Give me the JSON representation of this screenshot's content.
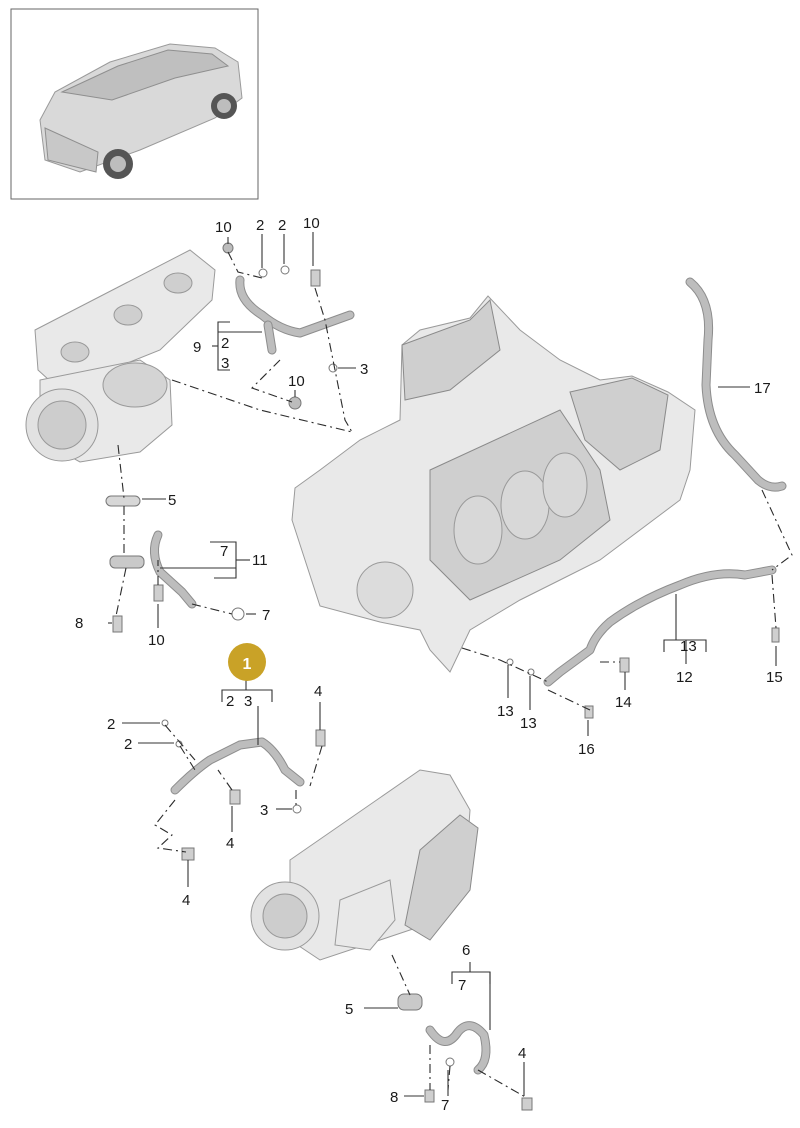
{
  "highlight": {
    "label": "1",
    "color": "#c9a227"
  },
  "callouts": {
    "c10a": "10",
    "c2a": "2",
    "c2b": "2",
    "c10b": "10",
    "c9": "9",
    "c9_2": "2",
    "c9_3": "3",
    "c10c": "10",
    "c3a": "3",
    "c17": "17",
    "c5a": "5",
    "c7a": "7",
    "c11": "11",
    "c8a": "8",
    "c10d": "10",
    "c7b": "7",
    "c13a": "13",
    "c12": "12",
    "c15": "15",
    "c13b": "13",
    "c13c": "13",
    "c14": "14",
    "c16": "16",
    "c1_2": "2",
    "c1_3": "3",
    "c4a": "4",
    "c2c": "2",
    "c2d": "2",
    "c4b": "4",
    "c3b": "3",
    "c4c": "4",
    "c6": "6",
    "c7c": "7",
    "c5b": "5",
    "c4d": "4",
    "c8b": "8",
    "c7d": "7"
  }
}
